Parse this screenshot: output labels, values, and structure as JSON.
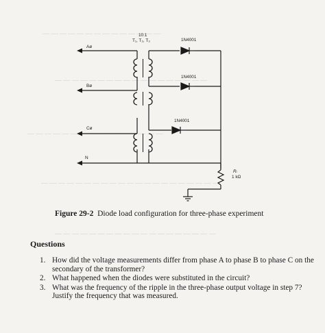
{
  "schematic": {
    "transformer_ratio": "10:1",
    "transformer_names": "T₁, T₂, T₃",
    "phases": [
      "Aø",
      "Bø",
      "Cø",
      "N"
    ],
    "diodes": [
      "1N4001",
      "1N4001",
      "1N4001"
    ],
    "load_label": "Rₗ",
    "load_value": "1 kΩ"
  },
  "caption": {
    "number": "Figure 29-2",
    "text": "Diode load configuration for three-phase experiment"
  },
  "questions": {
    "title": "Questions",
    "items": [
      {
        "num": "1.",
        "text": "How did the voltage measurements differ from phase A to phase B to phase C on the secondary of the transformer?"
      },
      {
        "num": "2.",
        "text": "What happened when the diodes were substituted in the circuit?"
      },
      {
        "num": "3.",
        "text": "What was the frequency of the ripple in the three-phase output voltage in step 7? Justify the frequency that was measured."
      }
    ]
  }
}
